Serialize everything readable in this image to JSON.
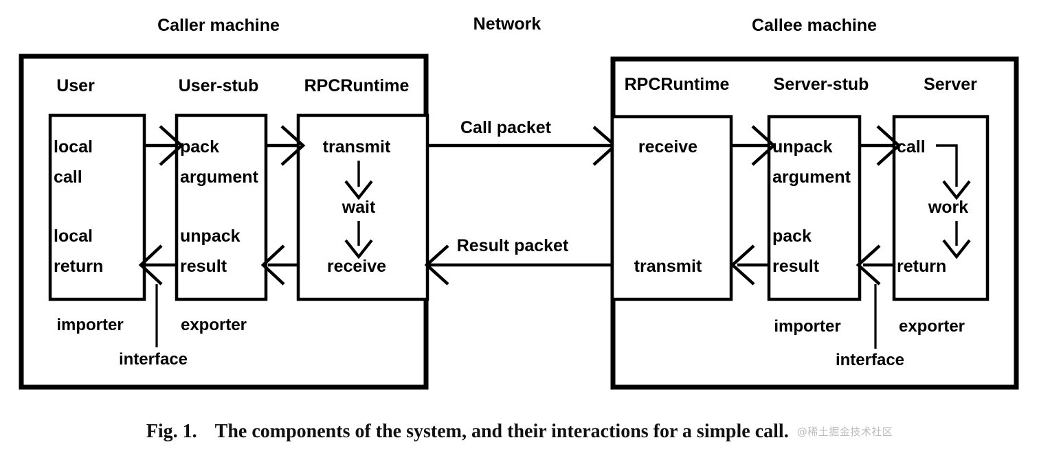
{
  "figure": {
    "machines": [
      {
        "id": "caller",
        "label": "Caller machine"
      },
      {
        "id": "network",
        "label": "Network"
      },
      {
        "id": "callee",
        "label": "Callee machine"
      }
    ],
    "caller": {
      "columns": [
        {
          "id": "user",
          "label": "User"
        },
        {
          "id": "user-stub",
          "label": "User-stub"
        },
        {
          "id": "rpcruntime",
          "label": "RPCRuntime"
        }
      ],
      "user_box": {
        "line1": "local",
        "line2": "call",
        "line3": "local",
        "line4": "return"
      },
      "user_stub_box": {
        "line1": "pack",
        "line2": "argument",
        "line3": "unpack",
        "line4": "result"
      },
      "rpcruntime_box": {
        "line1": "transmit",
        "line2": "wait",
        "line3": "receive"
      },
      "roles": [
        {
          "id": "importer",
          "label": "importer"
        },
        {
          "id": "exporter",
          "label": "exporter"
        },
        {
          "id": "interface",
          "label": "interface"
        }
      ]
    },
    "network": {
      "packets": [
        {
          "id": "call-packet",
          "label": "Call packet",
          "direction": "right"
        },
        {
          "id": "result-packet",
          "label": "Result packet",
          "direction": "left"
        }
      ]
    },
    "callee": {
      "columns": [
        {
          "id": "rpcruntime",
          "label": "RPCRuntime"
        },
        {
          "id": "server-stub",
          "label": "Server-stub"
        },
        {
          "id": "server",
          "label": "Server"
        }
      ],
      "rpcruntime_box": {
        "line1": "receive",
        "line2": "transmit"
      },
      "server_stub_box": {
        "line1": "unpack",
        "line2": "argument",
        "line3": "pack",
        "line4": "result"
      },
      "server_box": {
        "line1": "call",
        "line2": "work",
        "line3": "return"
      },
      "roles": [
        {
          "id": "importer",
          "label": "importer"
        },
        {
          "id": "exporter",
          "label": "exporter"
        },
        {
          "id": "interface",
          "label": "interface"
        }
      ]
    }
  },
  "caption": {
    "figure_number": "Fig. 1.",
    "text": "The components of the system, and their interactions for a simple call.",
    "watermark": "@稀土掘金技术社区"
  },
  "colors": {
    "ink": "#000000",
    "paper": "#ffffff",
    "watermark": "#bcbcbc"
  }
}
